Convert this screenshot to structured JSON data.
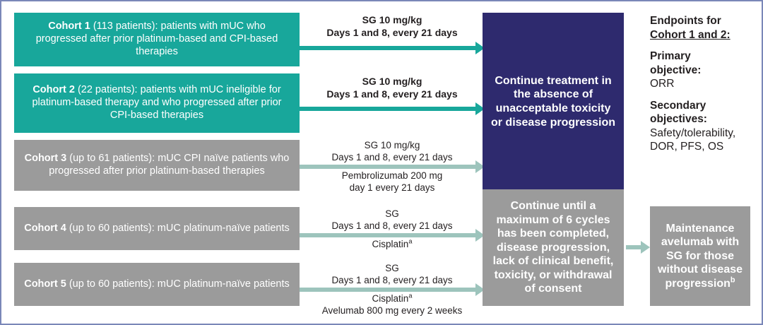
{
  "cohorts": [
    {
      "id": "cohort-1",
      "lead": "Cohort 1",
      "rest": " (113 patients): patients with mUC who progressed after prior platinum-based and CPI-based therapies",
      "color": "#18a79b"
    },
    {
      "id": "cohort-2",
      "lead": "Cohort 2",
      "rest": " (22 patients): patients with mUC ineligible for platinum-based therapy and who progressed after prior CPI-based therapies",
      "color": "#18a79b"
    },
    {
      "id": "cohort-3",
      "lead": "Cohort 3",
      "rest": " (up to 61 patients): mUC CPI naïve patients who progressed after prior platinum-based therapies",
      "color": "#9b9b9b"
    },
    {
      "id": "cohort-4",
      "lead": "Cohort 4",
      "rest": " (up to 60 patients): mUC platinum-naïve patients",
      "color": "#9b9b9b"
    },
    {
      "id": "cohort-5",
      "lead": "Cohort 5",
      "rest": " (up to 60 patients): mUC platinum-naïve patients",
      "color": "#9b9b9b"
    }
  ],
  "regimens": {
    "cohort1": {
      "above_line1": "SG 10 mg/kg",
      "above_line2": "Days 1 and 8, every 21 days"
    },
    "cohort2": {
      "above_line1": "SG 10 mg/kg",
      "above_line2": "Days 1 and 8, every 21 days"
    },
    "cohort3": {
      "above_line1": "SG 10 mg/kg",
      "above_line2": "Days 1 and 8, every 21 days",
      "below_line1": "Pembrolizumab 200 mg",
      "below_line2": "day 1 every 21 days"
    },
    "cohort4": {
      "above_line1": "SG",
      "above_line2": "Days 1 and 8, every 21 days",
      "below_line1": "Cisplatin",
      "below_line1_sup": "a"
    },
    "cohort5": {
      "above_line1": "SG",
      "above_line2": "Days 1 and 8, every 21 days",
      "below_line1": "Cisplatin",
      "below_line1_sup": "a",
      "below_line2": "Avelumab 800 mg every 2 weeks"
    }
  },
  "stages": {
    "continue_treatment": {
      "text": "Continue treatment in the absence of unacceptable toxicity or disease progression",
      "color": "#2e2a6e"
    },
    "continue_cycles": {
      "text": "Continue until a maximum of 6 cycles has been completed, disease progression, lack of clinical benefit, toxicity, or withdrawal of consent",
      "color": "#9b9b9b"
    },
    "maintenance": {
      "text": "Maintenance avelumab with SG for those without disease progression",
      "sup": "b",
      "color": "#9b9b9b"
    }
  },
  "endpoints": {
    "title_line1": "Endpoints for",
    "title_line2": "Cohort 1 and 2:",
    "primary_label_line1": "Primary",
    "primary_label_line2": "objective:",
    "primary_value": "ORR",
    "secondary_label_line1": "Secondary",
    "secondary_label_line2": "objectives:",
    "secondary_value_line1": "Safety/tolerability,",
    "secondary_value_line2": "DOR, PFS, OS"
  },
  "colors": {
    "teal": "#18a79b",
    "gray": "#9b9b9b",
    "navy": "#2e2a6e",
    "sage_arrow": "#9dc4bc",
    "border": "#7a87b8"
  }
}
